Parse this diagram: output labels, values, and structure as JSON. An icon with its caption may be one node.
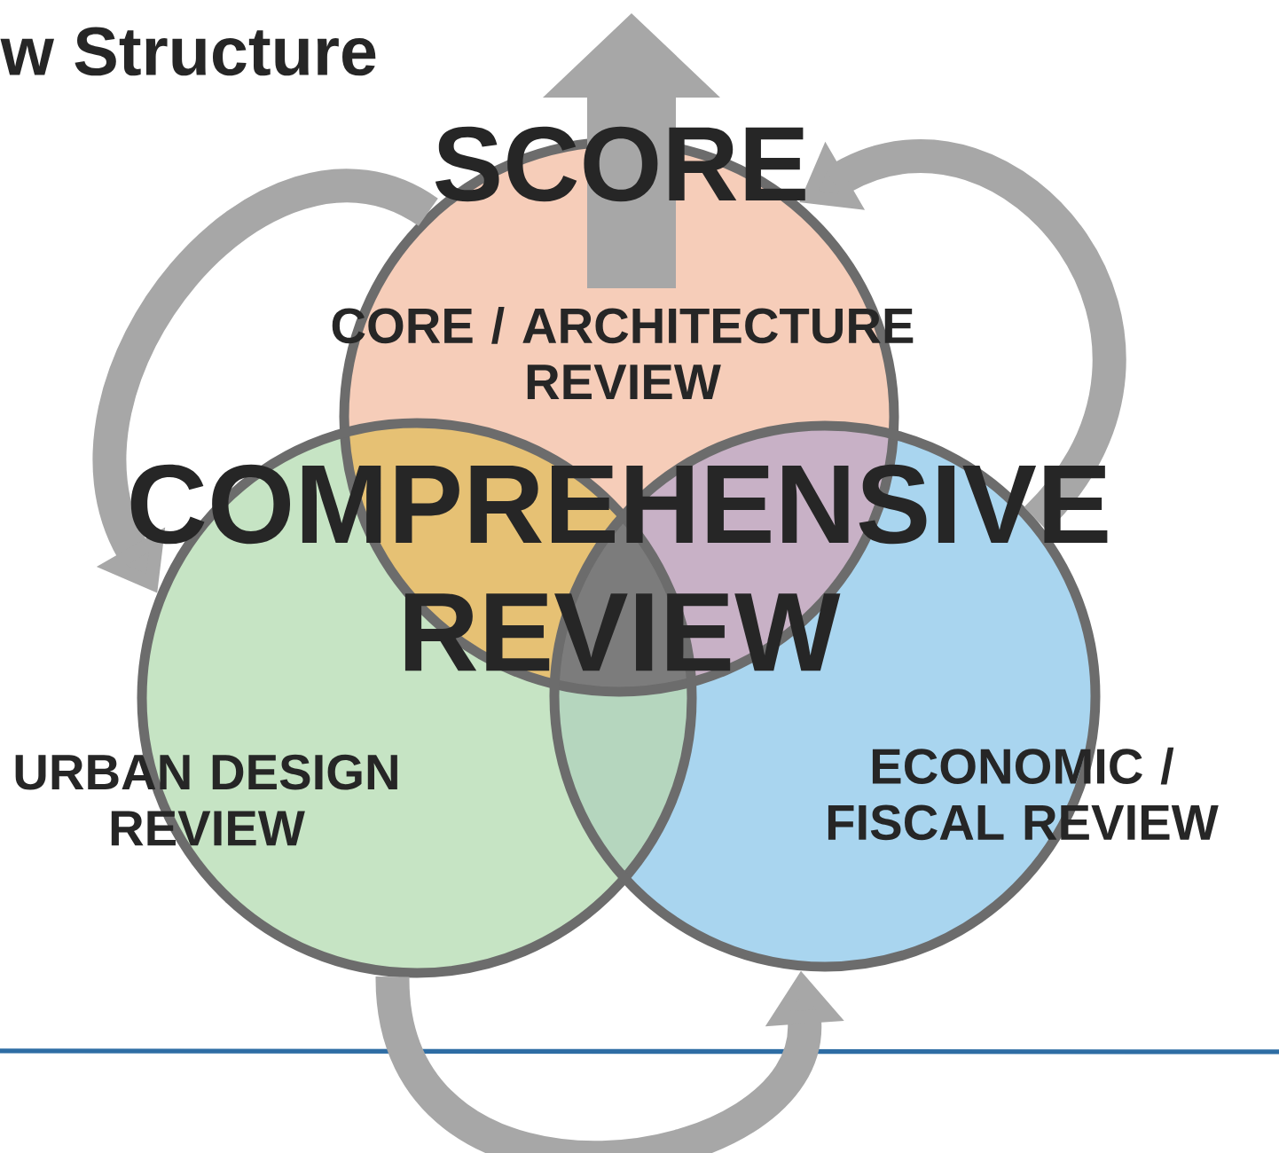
{
  "diagram": {
    "title": "w Structure",
    "nodes": [
      {
        "text": [
          "SCORE"
        ]
      },
      {
        "text": [
          "CORE / ARCHITECTURE REVIEW"
        ]
      },
      {
        "text": [
          "URBAN DESIGN REVIEW"
        ]
      },
      {
        "text": [
          "ECONOMIC / FISCAL REVIEW"
        ]
      },
      {
        "text": [
          "COMPREHENSIVE REVIEW"
        ]
      }
    ],
    "edges": [
      {
        "from": 1,
        "to": 2,
        "arrow": "to"
      },
      {
        "from": 3,
        "to": 1,
        "arrow": "to"
      },
      {
        "from": 2,
        "to": 3,
        "arrow": "to"
      },
      {
        "from": 1,
        "to": null,
        "arrow": "to",
        "style": "thick"
      }
    ]
  }
}
